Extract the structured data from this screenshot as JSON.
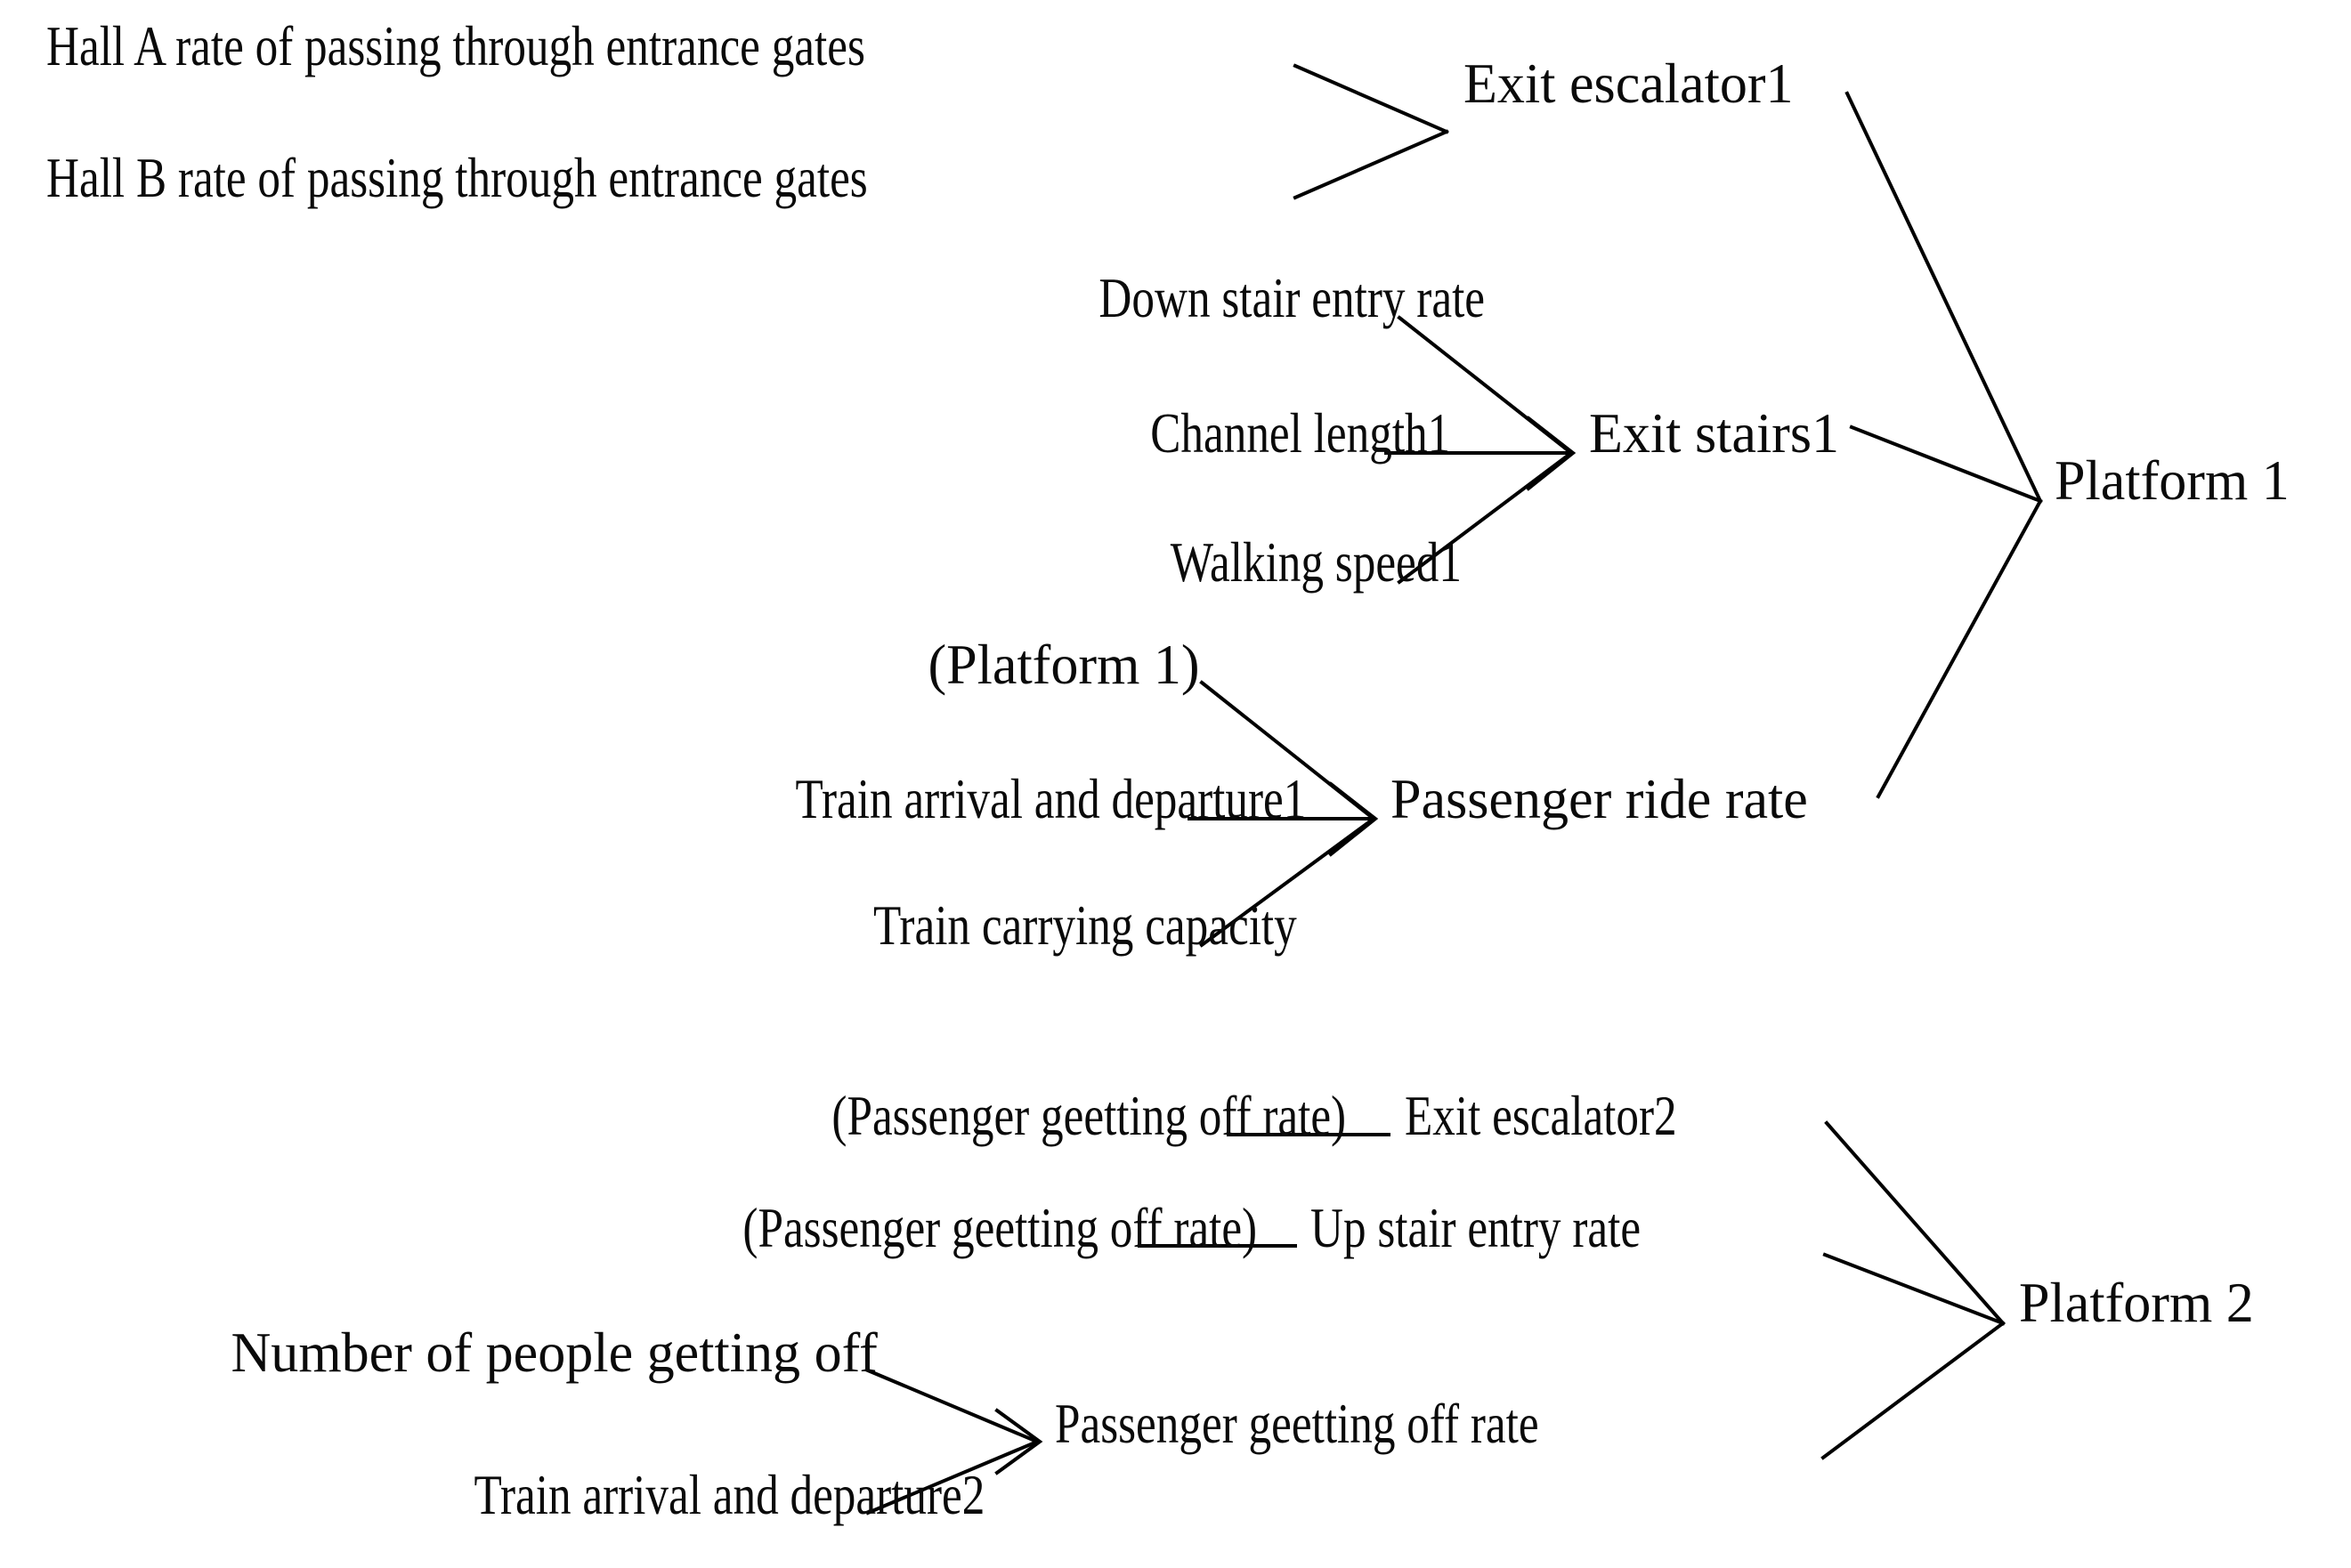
{
  "diagram": {
    "title": "Passenger flow influence diagram for Platform 1 and Platform 2",
    "type": "node-link-tree",
    "background_color": "#ffffff",
    "text_color": "#0a0a0a",
    "edge_color": "#000000",
    "nodes": {
      "hall_a_rate": "Hall A rate of passing through entrance gates",
      "hall_b_rate": "Hall B rate of passing through entrance gates",
      "exit_escalator1": "Exit escalator1",
      "down_stair_entry_rate": "Down stair entry rate",
      "channel_length1": "Channel length1",
      "walking_speed1": "Walking speed1",
      "exit_stairs1": "Exit stairs1",
      "platform1_ref": "(Platform 1)",
      "train_arrival_departure1": "Train arrival and departure1",
      "train_carrying_capacity": "Train carrying capacity",
      "passenger_ride_rate": "Passenger ride rate",
      "platform1": "Platform 1",
      "passenger_getting_off_rate_ref_a": "(Passenger geetting off rate)",
      "exit_escalator2": "Exit escalator2",
      "passenger_getting_off_rate_ref_b": "(Passenger geetting off rate)",
      "up_stair_entry_rate": "Up stair entry rate",
      "number_of_people_getting_off": "Number of people getting off",
      "train_arrival_departure2": "Train arrival and departure2",
      "passenger_getting_off_rate": "Passenger geetting off rate",
      "platform2": "Platform 2"
    },
    "edges": [
      {
        "from": "hall_a_rate",
        "to": "exit_escalator1"
      },
      {
        "from": "hall_b_rate",
        "to": "exit_escalator1"
      },
      {
        "from": "down_stair_entry_rate",
        "to": "exit_stairs1"
      },
      {
        "from": "channel_length1",
        "to": "exit_stairs1"
      },
      {
        "from": "walking_speed1",
        "to": "exit_stairs1"
      },
      {
        "from": "platform1_ref",
        "to": "passenger_ride_rate"
      },
      {
        "from": "train_arrival_departure1",
        "to": "passenger_ride_rate"
      },
      {
        "from": "train_carrying_capacity",
        "to": "passenger_ride_rate"
      },
      {
        "from": "exit_escalator1",
        "to": "platform1"
      },
      {
        "from": "exit_stairs1",
        "to": "platform1"
      },
      {
        "from": "passenger_ride_rate",
        "to": "platform1"
      },
      {
        "from": "passenger_getting_off_rate_ref_a",
        "to": "exit_escalator2"
      },
      {
        "from": "passenger_getting_off_rate_ref_b",
        "to": "up_stair_entry_rate"
      },
      {
        "from": "number_of_people_getting_off",
        "to": "passenger_getting_off_rate"
      },
      {
        "from": "train_arrival_departure2",
        "to": "passenger_getting_off_rate"
      },
      {
        "from": "exit_escalator2",
        "to": "platform2"
      },
      {
        "from": "up_stair_entry_rate",
        "to": "platform2"
      },
      {
        "from": "passenger_getting_off_rate",
        "to": "platform2"
      }
    ]
  }
}
